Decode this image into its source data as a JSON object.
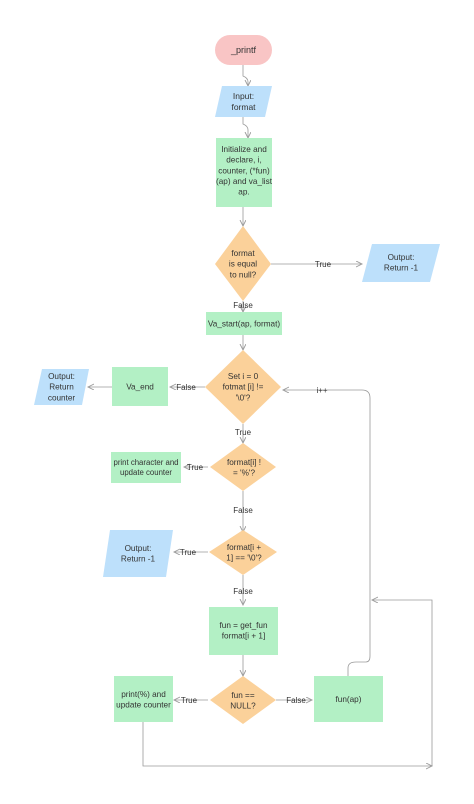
{
  "colors": {
    "terminal": "#f9c5c5",
    "io": "#bde0fb",
    "process": "#b3f0c5",
    "decision": "#fbd19a",
    "edge": "#9a9a9a",
    "text": "#333333"
  },
  "nodes": {
    "start": [
      "_printf"
    ],
    "input": [
      "Input:",
      "format"
    ],
    "init": [
      "Initialize and",
      "declare, i,",
      "counter, (*fun)",
      "(ap) and va_list",
      "ap."
    ],
    "dec_null": [
      "format",
      "is equal",
      "to null?"
    ],
    "out_ret1_top": [
      "Output:",
      "Return -1"
    ],
    "va_start": [
      "Va_start(ap, format)"
    ],
    "dec_loop": [
      "Set i = 0",
      "fotmat [i] !=",
      "'\\0'?"
    ],
    "va_end": [
      "Va_end"
    ],
    "out_ret_counter": [
      "Output:",
      "Return",
      "counter"
    ],
    "dec_percent": [
      "format[i] !",
      "= '%'?"
    ],
    "print_char": [
      "print character and",
      "update counter"
    ],
    "dec_next_null": [
      "format[i +",
      "1] == '\\0'?"
    ],
    "out_ret1_mid": [
      "Output:",
      "Return -1"
    ],
    "get_fun": [
      "fun = get_fun",
      "format[i + 1]"
    ],
    "dec_fun_null": [
      "fun ==",
      "NULL?"
    ],
    "print_pct": [
      "print(%) and",
      "update counter"
    ],
    "call_fun": [
      "fun(ap)"
    ]
  },
  "edge_labels": {
    "null_true": "True",
    "null_false": "False",
    "loop_false": "False",
    "loop_true": "True",
    "incr": "i++",
    "pct_true": "True",
    "pct_false": "False",
    "next_true": "True",
    "next_false": "False",
    "fun_true": "True",
    "fun_false": "False"
  }
}
